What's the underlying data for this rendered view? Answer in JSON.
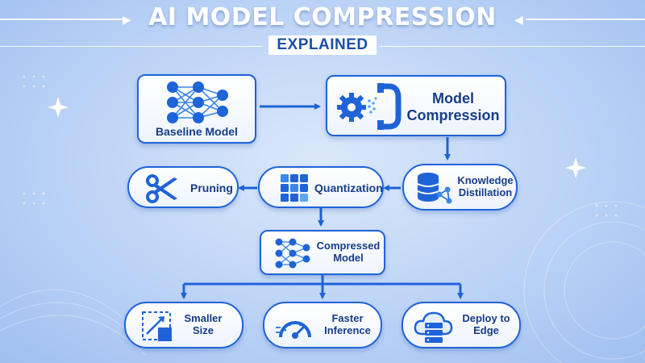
{
  "header": {
    "title": "AI MODEL COMPRESSION",
    "subtitle": "EXPLAINED"
  },
  "nodes": {
    "baseline": {
      "label": "Baseline Model",
      "icon": "neural-network-icon"
    },
    "compression": {
      "label_line1": "Model",
      "label_line2": "Compression",
      "icon": "gear-pipe-icon"
    },
    "distillation": {
      "label_line1": "Knowledge",
      "label_line2": "Distillation",
      "icon": "database-network-icon"
    },
    "quantization": {
      "label": "Quantization",
      "icon": "grid-blocks-icon"
    },
    "pruning": {
      "label": "Pruning",
      "icon": "scissors-icon"
    },
    "compressed": {
      "label_line1": "Compressed",
      "label_line2": "Model",
      "icon": "neural-network-icon"
    },
    "smaller": {
      "label_line1": "Smaller",
      "label_line2": "Size",
      "icon": "resize-icon"
    },
    "faster": {
      "label_line1": "Faster",
      "label_line2": "Inference",
      "icon": "speedometer-icon"
    },
    "edge": {
      "label_line1": "Deploy to",
      "label_line2": "Edge",
      "icon": "cloud-server-icon"
    }
  },
  "colors": {
    "accent": "#1f63d8",
    "text": "#173d86",
    "background": "#bcd3f6"
  }
}
